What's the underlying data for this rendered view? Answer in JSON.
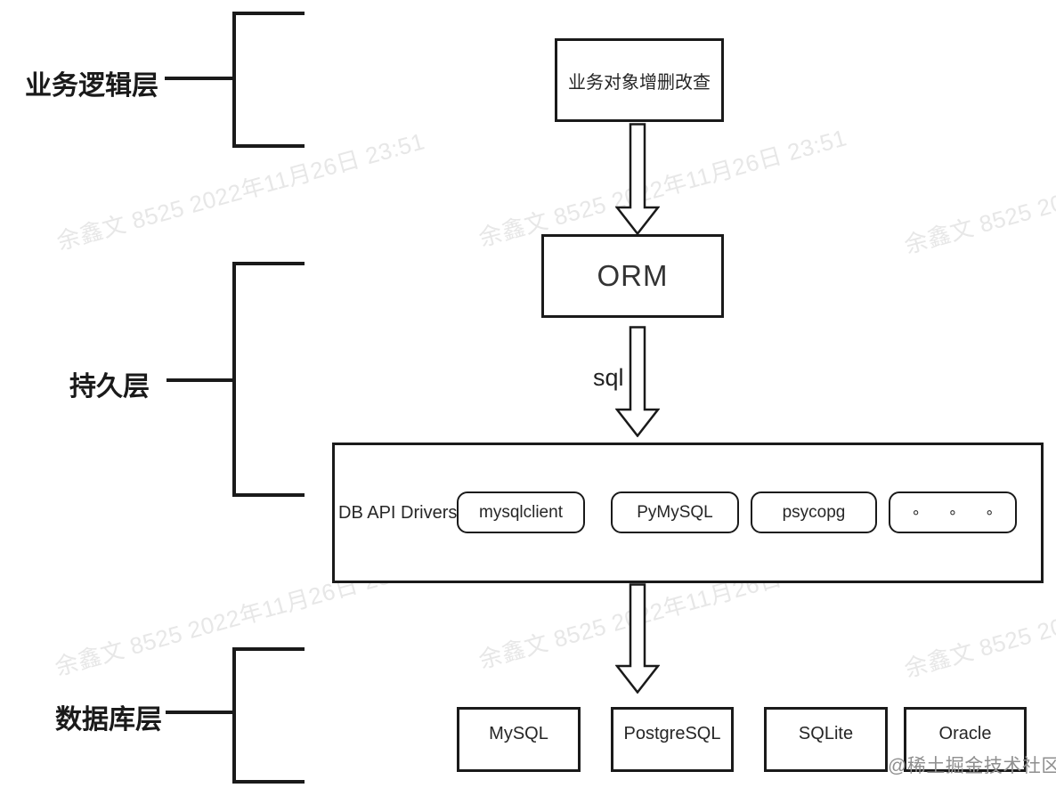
{
  "watermark": {
    "text": "余鑫文 8525 2022年11月26日 23:51",
    "color": "#e7e7e7"
  },
  "attribution": {
    "text": "@稀土掘金技术社区",
    "color": "#8f8f8f"
  },
  "colors": {
    "line": "#1a1a1a",
    "background": "#ffffff"
  },
  "layers": [
    {
      "label": "业务逻辑层"
    },
    {
      "label": "持久层"
    },
    {
      "label": "数据库层"
    }
  ],
  "nodes": {
    "business_crud": "业务对象增删改查",
    "orm": "ORM",
    "sql_label": "sql",
    "db_api_title": "DB API Drivers",
    "drivers": [
      "mysqlclient",
      "PyMySQL",
      "psycopg",
      "∘ ∘ ∘"
    ],
    "databases": [
      "MySQL",
      "PostgreSQL",
      "SQLite",
      "Oracle"
    ]
  }
}
